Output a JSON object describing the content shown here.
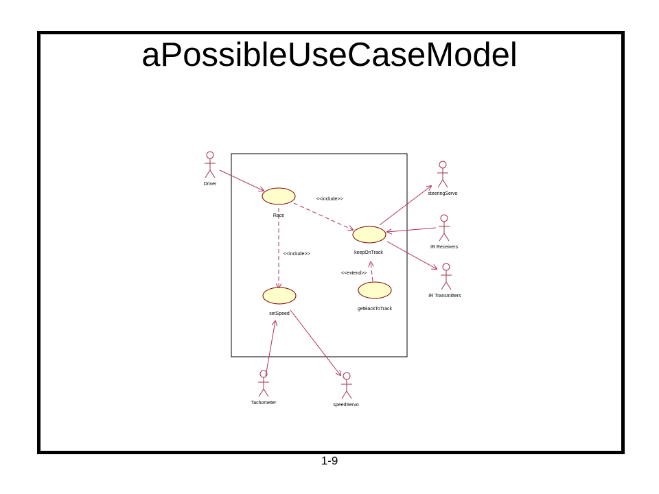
{
  "slide": {
    "title": "aPossibleUseCaseModel",
    "page_number": "1-9"
  },
  "diagram": {
    "actors": [
      {
        "id": "driver",
        "label": "Driver"
      },
      {
        "id": "steering-servo",
        "label": "steeringServo"
      },
      {
        "id": "ir-receivers",
        "label": "IR Receivers"
      },
      {
        "id": "ir-transmitters",
        "label": "IR Transmitters"
      },
      {
        "id": "tachometer",
        "label": "Tachometer"
      },
      {
        "id": "speed-servo",
        "label": "speedServo"
      }
    ],
    "use_cases": [
      {
        "id": "race",
        "label": "Race"
      },
      {
        "id": "keep-on-track",
        "label": "keepOnTrack"
      },
      {
        "id": "set-speed",
        "label": "setSpeed"
      },
      {
        "id": "get-back-to-track",
        "label": "getBackToTrack"
      }
    ],
    "relationships": [
      {
        "type": "include",
        "label": "<<include>>",
        "from": "Race",
        "to": "keepOnTrack"
      },
      {
        "type": "include",
        "label": "<<include>>",
        "from": "Race",
        "to": "setSpeed"
      },
      {
        "type": "extend",
        "label": "<<extend>>",
        "from": "getBackToTrack",
        "to": "keepOnTrack"
      }
    ]
  },
  "colors": {
    "use_case_fill": "#ffffcc",
    "line_color": "#b0305a"
  }
}
